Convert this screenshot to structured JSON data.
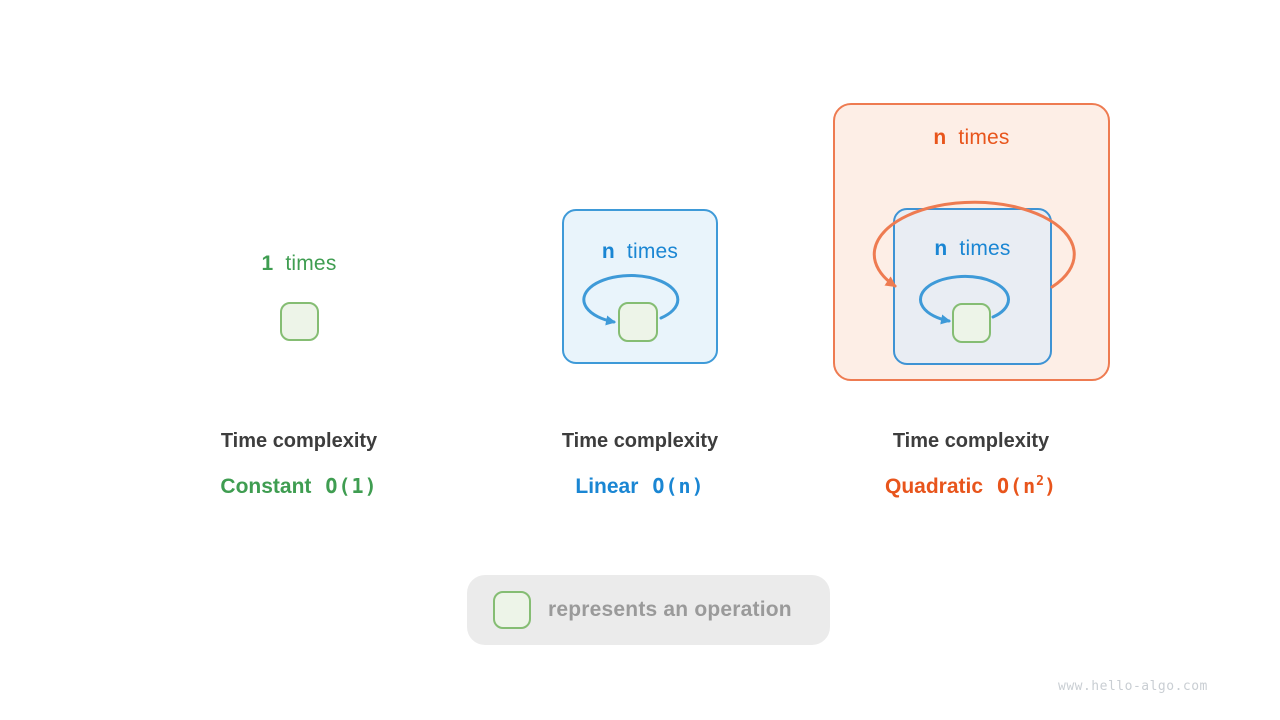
{
  "page": {
    "watermark": "www.hello-algo.com"
  },
  "colors": {
    "green_text": "#3f9d51",
    "green_border": "#85bd73",
    "green_fill": "#edf4e8",
    "blue_text": "#1a86d3",
    "blue_border": "#3e9ad8",
    "blue_fill": "#e9f4fb",
    "inner_blue_fill": "#e9edf3",
    "orange_text": "#e8551c",
    "orange_border": "#ee7b51",
    "orange_fill": "#fdeee6",
    "dark_text": "#3d3d3d",
    "legend_bg": "#ebebeb",
    "legend_text": "#9a9a9a",
    "watermark_text": "#c9ced3"
  },
  "panels": [
    {
      "id": "constant",
      "count": "1",
      "times_label": "times",
      "title": "Time complexity",
      "name": "Constant",
      "formula_pre": "O(1)",
      "formula_sup": "",
      "formula_post": ""
    },
    {
      "id": "linear",
      "count": "n",
      "times_label": "times",
      "title": "Time complexity",
      "name": "Linear",
      "formula_pre": "O(n)",
      "formula_sup": "",
      "formula_post": ""
    },
    {
      "id": "quadratic",
      "count": "n",
      "times_label": "times",
      "inner_count": "n",
      "inner_times_label": "times",
      "title": "Time complexity",
      "name": "Quadratic",
      "formula_pre": "O(n",
      "formula_sup": "2",
      "formula_post": ")"
    }
  ],
  "legend": {
    "text": "represents an operation"
  }
}
